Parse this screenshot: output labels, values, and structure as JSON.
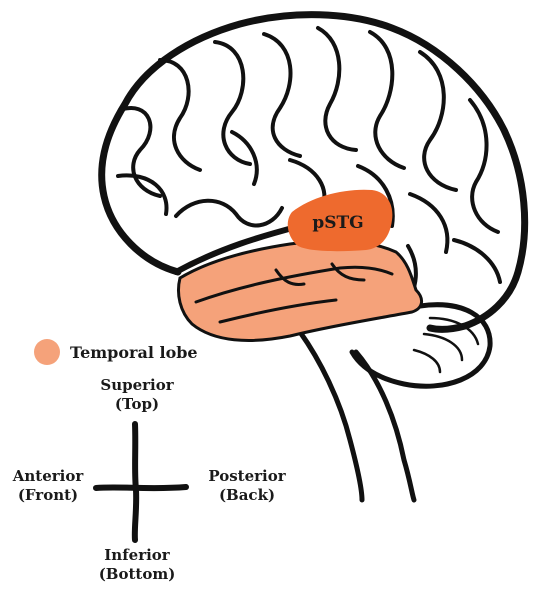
{
  "labels": {
    "pstg": "pSTG",
    "legend_text": "Temporal lobe",
    "superior_line1": "Superior",
    "superior_line2": "(Top)",
    "inferior_line1": "Inferior",
    "inferior_line2": "(Bottom)",
    "anterior_line1": "Anterior",
    "anterior_line2": "(Front)",
    "posterior_line1": "Posterior",
    "posterior_line2": "(Back)"
  },
  "colors": {
    "temporal_lobe": "#F5A27A",
    "pstg": "#EE6A2E",
    "outline": "#111111"
  }
}
